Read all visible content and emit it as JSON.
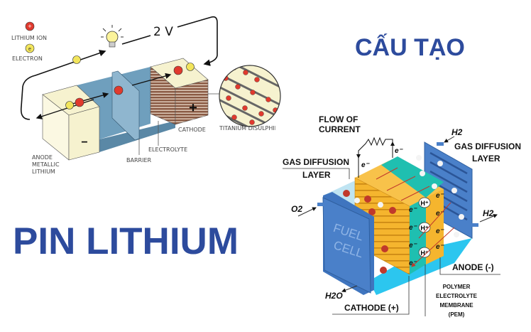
{
  "headings": {
    "structure": "CẤU TẠO",
    "main": "PIN LITHIUM"
  },
  "lithium_diagram": {
    "legend_ion": "LITHIUM ION",
    "legend_electron": "ELECTRON",
    "voltage": "2 V",
    "plus_sign": "+",
    "minus_sign": "−",
    "electron_symbol": "e",
    "anode": [
      "ANODE",
      "METALLIC",
      "LITHIUM"
    ],
    "barrier": "BARRIER",
    "electrolyte": "ELECTROLYTE",
    "cathode": "CATHODE",
    "zoom_label": "TITANIUM DISULPHIDE"
  },
  "fuel_cell_diagram": {
    "flow_of_current": [
      "FLOW OF",
      "CURRENT"
    ],
    "gas_diffusion_left": [
      "GAS DIFFUSION",
      "LAYER"
    ],
    "gas_diffusion_right": [
      "GAS DIFFUSION",
      "LAYER"
    ],
    "h2_in": "H2",
    "h2_out": "H2",
    "o2_in": "O2",
    "h2o_out": "H2O",
    "fuel_cell_text": [
      "FUEL",
      "CELL"
    ],
    "electron": "e⁻",
    "proton": "H⁺",
    "cathode": "CATHODE (+)",
    "anode": "ANODE (-)",
    "pem": [
      "POLYMER",
      "ELECTROLYTE",
      "MEMBRANE",
      "(PEM)"
    ]
  },
  "colors": {
    "title": "#2d4b9d",
    "electrolyte": "#6f9fbd",
    "anode": "#f6f2cf",
    "cathode": "#8a5a44",
    "ion": "#e03a2e",
    "electron": "#f2e55c",
    "fuel_plate": "#4a80c9",
    "yellow_layer": "#f5b52e",
    "membrane": "#1fbfb0"
  }
}
